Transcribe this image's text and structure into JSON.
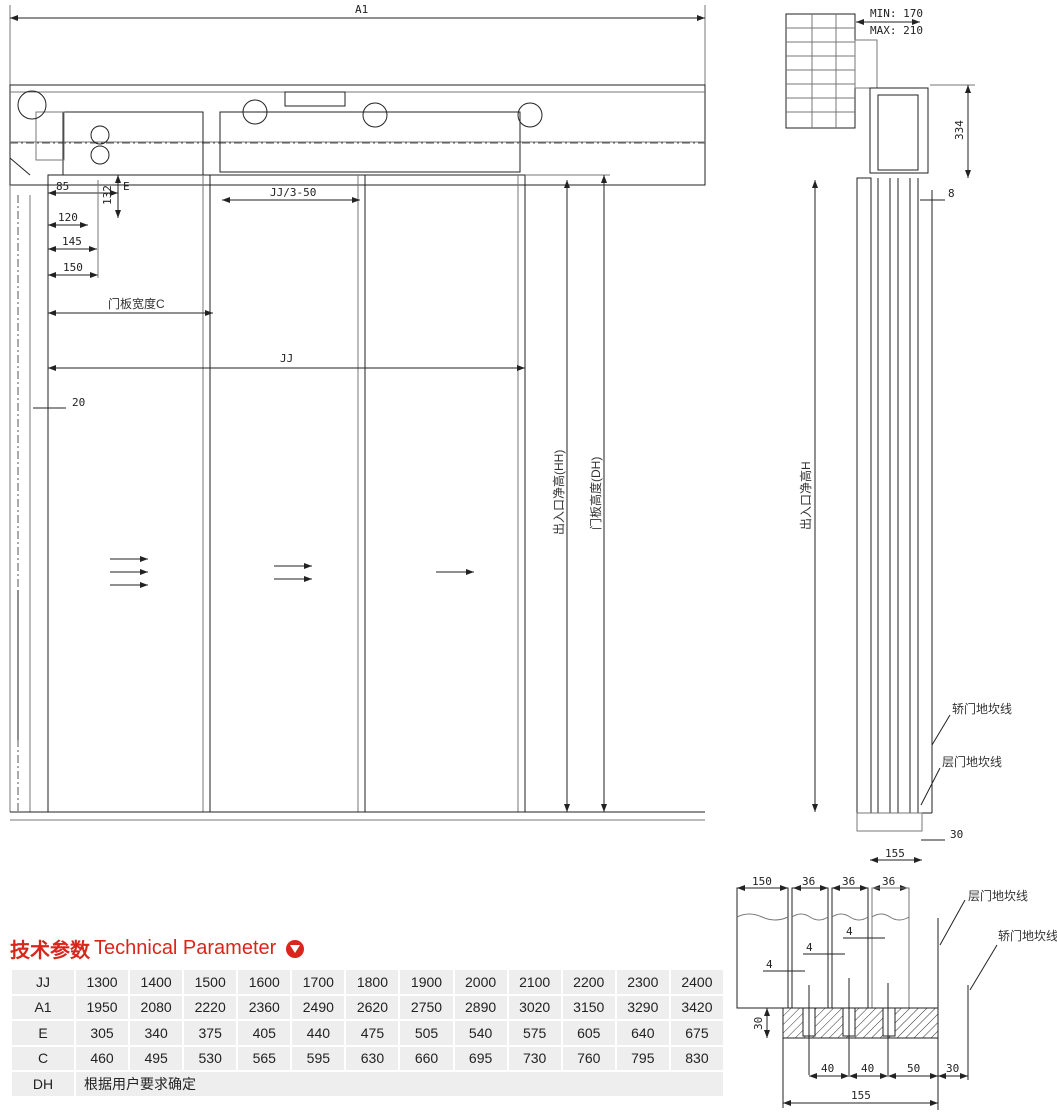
{
  "front_view": {
    "dim_a1": "A1",
    "dim_85": "85",
    "dim_e": "E",
    "dim_132": "132",
    "dim_120": "120",
    "dim_145": "145",
    "dim_150": "150",
    "dim_jj3": "JJ/3-50",
    "dim_panel_width": "门板宽度C",
    "dim_jj": "JJ",
    "dim_20": "20",
    "dim_hh": "出入口净高(HH)",
    "dim_dh": "门板高度(DH)"
  },
  "side_view": {
    "min": "MIN: 170",
    "max": "MAX: 210",
    "dim_334": "334",
    "dim_8": "8",
    "dim_h": "出入口净高H",
    "car_sill_line": "轿门地坎线",
    "landing_sill_line": "层门地坎线",
    "dim_30": "30",
    "dim_155": "155"
  },
  "sill_detail": {
    "top_dims": [
      "150",
      "36",
      "36",
      "36"
    ],
    "gap_dims": [
      "4",
      "4",
      "4"
    ],
    "landing_sill_line": "层门地坎线",
    "car_sill_line": "轿门地坎线",
    "dim_30_left": "30",
    "bottom_dims": [
      "40",
      "40",
      "50",
      "30"
    ],
    "dim_155": "155"
  },
  "parameters": {
    "title_cn": "技术参数",
    "title_en": "Technical Parameter",
    "rows": [
      {
        "label": "JJ",
        "values": [
          "1300",
          "1400",
          "1500",
          "1600",
          "1700",
          "1800",
          "1900",
          "2000",
          "2100",
          "2200",
          "2300",
          "2400"
        ]
      },
      {
        "label": "A1",
        "values": [
          "1950",
          "2080",
          "2220",
          "2360",
          "2490",
          "2620",
          "2750",
          "2890",
          "3020",
          "3150",
          "3290",
          "3420"
        ]
      },
      {
        "label": "E",
        "values": [
          "305",
          "340",
          "375",
          "405",
          "440",
          "475",
          "505",
          "540",
          "575",
          "605",
          "640",
          "675"
        ]
      },
      {
        "label": "C",
        "values": [
          "460",
          "495",
          "530",
          "565",
          "595",
          "630",
          "660",
          "695",
          "730",
          "760",
          "795",
          "830"
        ]
      }
    ],
    "dh_label": "DH",
    "dh_value": "根据用户要求确定"
  },
  "colors": {
    "accent": "#d9261c",
    "table_bg": "#eeeeee"
  }
}
